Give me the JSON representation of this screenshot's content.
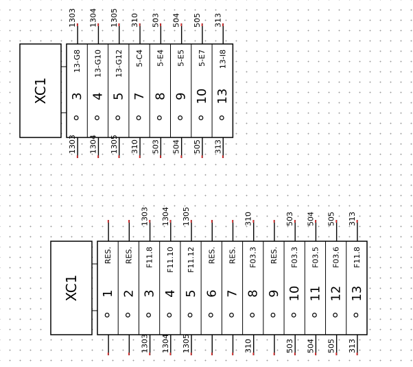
{
  "colors": {
    "line": "#000000",
    "wire": "#000000",
    "tip_red": "#e53030",
    "tip_blue": "#3a3ae0",
    "background": "#ffffff",
    "grid_dot": "#9a9a9a"
  },
  "strips": [
    {
      "name": "XC1",
      "terminals": [
        {
          "num": "3",
          "label": "13-G8",
          "top_wire": "1303",
          "bottom_wire": "1303",
          "wired": true
        },
        {
          "num": "4",
          "label": "13-G10",
          "top_wire": "1304",
          "bottom_wire": "1304",
          "wired": true
        },
        {
          "num": "5",
          "label": "13-G12",
          "top_wire": "1305",
          "bottom_wire": "1305",
          "wired": true
        },
        {
          "num": "7",
          "label": "5-C4",
          "top_wire": "310",
          "bottom_wire": "310",
          "wired": true
        },
        {
          "num": "8",
          "label": "5-E4",
          "top_wire": "503",
          "bottom_wire": "503",
          "wired": true
        },
        {
          "num": "9",
          "label": "5-E5",
          "top_wire": "504",
          "bottom_wire": "504",
          "wired": true
        },
        {
          "num": "10",
          "label": "5-E7",
          "top_wire": "505",
          "bottom_wire": "505",
          "wired": true
        },
        {
          "num": "13",
          "label": "13-I8",
          "top_wire": "313",
          "bottom_wire": "313",
          "wired": true
        }
      ]
    },
    {
      "name": "XC1",
      "terminals": [
        {
          "num": "1",
          "label": "RES.",
          "top_wire": "",
          "bottom_wire": "",
          "wired": true
        },
        {
          "num": "2",
          "label": "RES.",
          "top_wire": "",
          "bottom_wire": "",
          "wired": true
        },
        {
          "num": "3",
          "label": "F11.8",
          "top_wire": "1303",
          "bottom_wire": "1303",
          "wired": true
        },
        {
          "num": "4",
          "label": "F11.10",
          "top_wire": "1304",
          "bottom_wire": "1304",
          "wired": true
        },
        {
          "num": "5",
          "label": "F11.12",
          "top_wire": "1305",
          "bottom_wire": "1305",
          "wired": true
        },
        {
          "num": "6",
          "label": "RES.",
          "top_wire": "",
          "bottom_wire": "",
          "wired": true
        },
        {
          "num": "7",
          "label": "RES.",
          "top_wire": "",
          "bottom_wire": "",
          "wired": true
        },
        {
          "num": "8",
          "label": "F03.3",
          "top_wire": "310",
          "bottom_wire": "310",
          "wired": true
        },
        {
          "num": "9",
          "label": "RES.",
          "top_wire": "",
          "bottom_wire": "",
          "wired": true
        },
        {
          "num": "10",
          "label": "F03.3",
          "top_wire": "503",
          "bottom_wire": "503",
          "wired": true
        },
        {
          "num": "11",
          "label": "F03.5",
          "top_wire": "504",
          "bottom_wire": "504",
          "wired": true
        },
        {
          "num": "12",
          "label": "F03.6",
          "top_wire": "505",
          "bottom_wire": "505",
          "wired": true
        },
        {
          "num": "13",
          "label": "F11.8",
          "top_wire": "313",
          "bottom_wire": "313",
          "wired": true
        }
      ]
    }
  ]
}
